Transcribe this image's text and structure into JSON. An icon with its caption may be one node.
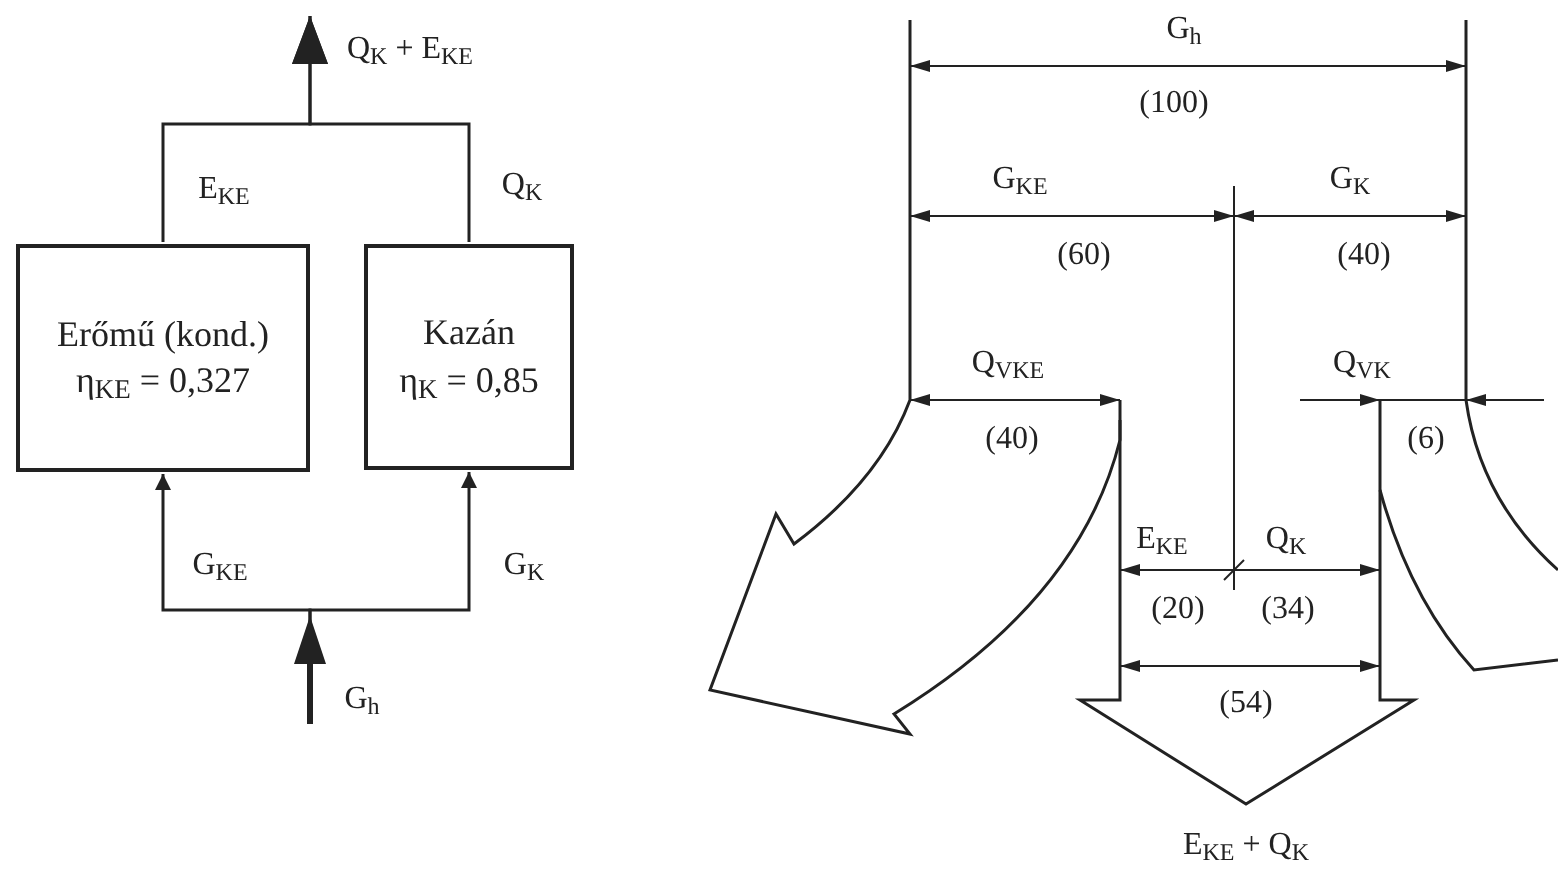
{
  "diagram": {
    "nodes": [
      {
        "text": [
          "Erőmű (kond.)",
          "η$_{KE}$ = 0,327"
        ]
      },
      {
        "text": [
          "Kazán",
          "η$_{K}$ = 0,85"
        ]
      }
    ],
    "edges": [
      {
        "from": null,
        "to": 0,
        "arrow": "to",
        "label": "G$_{KE}$"
      },
      {
        "from": null,
        "to": 1,
        "arrow": "to",
        "label": "G$_{K}$"
      },
      {
        "from": 0,
        "to": null,
        "arrow": "to",
        "label": "E$_{KE}$"
      },
      {
        "from": 1,
        "to": null,
        "arrow": "to",
        "label": "Q$_{K}$"
      }
    ],
    "labels": [
      "Q$_{K}$ + E$_{KE}$",
      "G$_{h}$",
      "G$_{h}$",
      "(100)",
      "G$_{KE}$",
      "G$_{K}$",
      "(60)",
      "(40)",
      "Q$_{VKE}$",
      "Q$_{VK}$",
      "(40)",
      "(6)",
      "E$_{KE}$",
      "Q$_{K}$",
      "(20)",
      "(34)",
      "(54)",
      "E$_{KE}$ + Q$_{K}$"
    ]
  }
}
